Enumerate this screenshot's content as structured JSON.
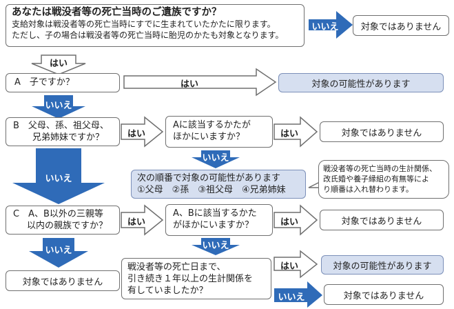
{
  "question_main": {
    "title": "あなたは戦没者等の死亡当時のご遺族ですか？",
    "line1": "支給対象は戦没者等の死亡当時にすでに生まれていたかたに限ります。",
    "line2": "ただし、子の場合は戦没者等の死亡当時に胎児のかたも対象となります。"
  },
  "labels": {
    "yes": "はい",
    "no": "いいえ"
  },
  "results": {
    "not_eligible": "対象ではありません",
    "possibly_eligible": "対象の可能性があります"
  },
  "question_a": {
    "text": "A　子ですか？"
  },
  "question_b": {
    "line1": "B　父母、孫、祖父母、",
    "line2": "兄弟姉妹ですか？"
  },
  "question_b_sub": {
    "line1": "Aに該当するかたが",
    "line2": "ほかにいますか？"
  },
  "order_banner": {
    "line1": "次の順番で対象の可能性があります",
    "line2": "①父母　②孫　③祖父母　④兄弟姉妹"
  },
  "note": {
    "line1": "戦没者等の死亡当時の生計関係、",
    "line2": "改氏婚や養子縁組の有無等によ",
    "line3": "り順番は入れ替わります。"
  },
  "question_c": {
    "line1": "C　A、B以外の三親等",
    "line2": "以内の親族ですか？"
  },
  "question_c_sub": {
    "line1": "A、Bに該当するかた",
    "line2": "がほかにいますか？"
  },
  "question_d": {
    "line1": "戦没者等の死亡日まで、",
    "line2": "引き続き１年以上の生計関係を",
    "line3": "有していましたか？"
  },
  "colors": {
    "arrow_blue": "#2f6bb8",
    "highlight_fill": "#d6dff0",
    "border": "#6f6f6f"
  }
}
